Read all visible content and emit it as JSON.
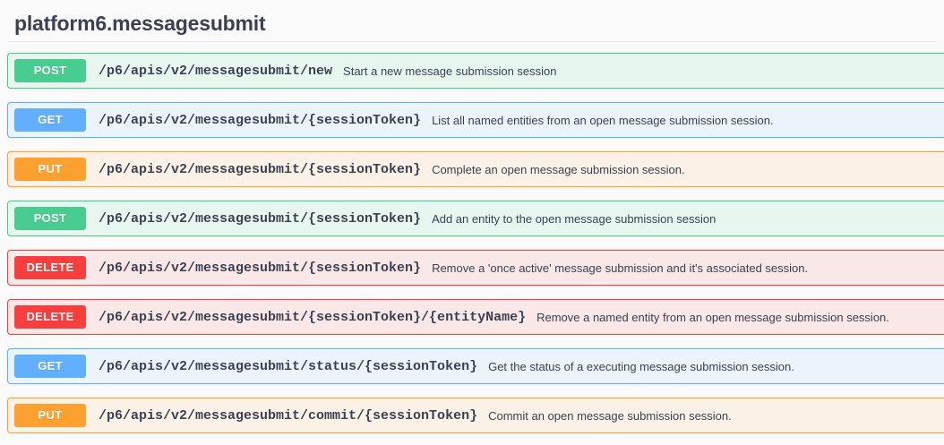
{
  "tag": {
    "title": "platform6.messagesubmit"
  },
  "colors": {
    "post": "#49cc90",
    "get": "#61affe",
    "put": "#fca130",
    "delete": "#f93e3e",
    "post_row_bg": "#e8f6f0",
    "get_row_bg": "#ebf3fb",
    "put_row_bg": "#fbf1e6",
    "delete_row_bg": "#fae7e7",
    "text": "#3b4151",
    "page_bg": "#fafafa"
  },
  "operations": [
    {
      "method": "POST",
      "method_class": "post",
      "path": "/p6/apis/v2/messagesubmit/new",
      "description": "Start a new message submission session"
    },
    {
      "method": "GET",
      "method_class": "get",
      "path": "/p6/apis/v2/messagesubmit/{sessionToken}",
      "description": "List all named entities from an open message submission session."
    },
    {
      "method": "PUT",
      "method_class": "put",
      "path": "/p6/apis/v2/messagesubmit/{sessionToken}",
      "description": "Complete an open message submission session."
    },
    {
      "method": "POST",
      "method_class": "post",
      "path": "/p6/apis/v2/messagesubmit/{sessionToken}",
      "description": "Add an entity to the open message submission session"
    },
    {
      "method": "DELETE",
      "method_class": "delete",
      "path": "/p6/apis/v2/messagesubmit/{sessionToken}",
      "description": "Remove a 'once active' message submission and it's associated session."
    },
    {
      "method": "DELETE",
      "method_class": "delete",
      "path": "/p6/apis/v2/messagesubmit/{sessionToken}/{entityName}",
      "description": "Remove a named entity from an open message submission session."
    },
    {
      "method": "GET",
      "method_class": "get",
      "path": "/p6/apis/v2/messagesubmit/status/{sessionToken}",
      "description": "Get the status of a executing message submission session."
    },
    {
      "method": "PUT",
      "method_class": "put",
      "path": "/p6/apis/v2/messagesubmit/commit/{sessionToken}",
      "description": "Commit an open message submission session."
    }
  ]
}
